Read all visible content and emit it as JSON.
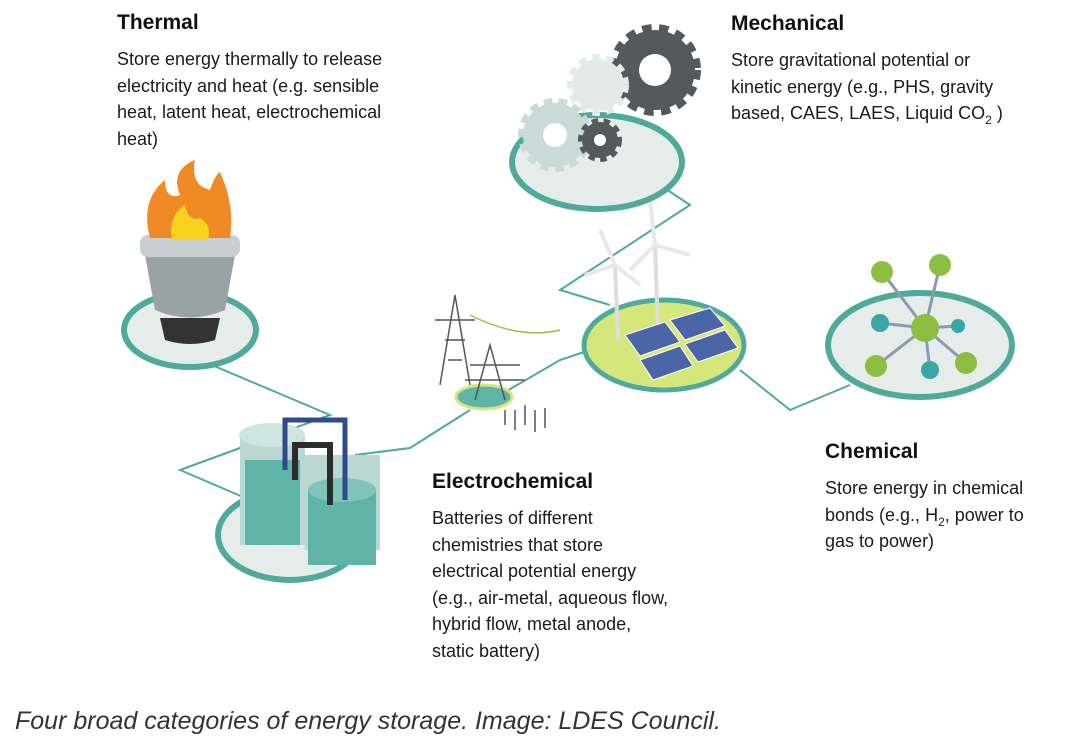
{
  "thermal": {
    "title": "Thermal",
    "lines": [
      "Store energy thermally to release",
      "electricity and heat (e.g. sensible",
      "heat, latent heat, electrochemical",
      "heat)"
    ]
  },
  "mechanical": {
    "title": "Mechanical",
    "lines": [
      "Store gravitational potential or",
      "kinetic energy (e.g., PHS, gravity",
      "based, CAES, LAES, Liquid CO"
    ],
    "sub": "2",
    "line3_end": " )"
  },
  "electrochemical": {
    "title": "Electrochemical",
    "lines": [
      "Batteries of different",
      "chemistries that store",
      "electrical potential energy",
      "(e.g., air-metal, aqueous flow,",
      "hybrid flow, metal anode,",
      "static battery)"
    ]
  },
  "chemical": {
    "title": "Chemical",
    "lines": [
      "Store energy in chemical",
      "bonds (e.g., H",
      "gas to power)"
    ],
    "sub": "2",
    "line2_end": ", power to"
  },
  "caption": "Four broad categories of energy storage. Image: LDES Council.",
  "colors": {
    "teal": "#4fa99c",
    "platform": "#e6ecea",
    "solar_platform": "#d5e77a",
    "gear_dark": "#55595b",
    "atom_green": "#8cbf3f"
  }
}
